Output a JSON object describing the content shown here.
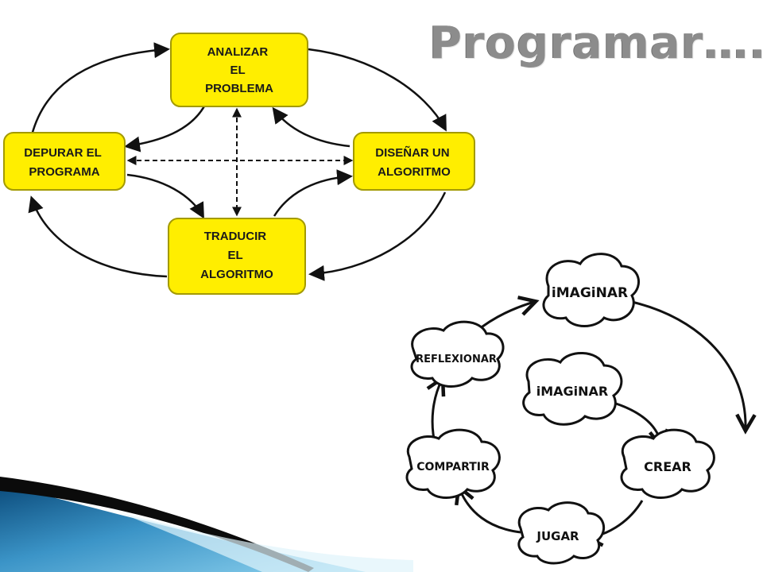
{
  "slide": {
    "title": "Programar….."
  },
  "diagram_top": {
    "nodes": {
      "analizar": [
        "ANALIZAR",
        "EL",
        "PROBLEMA"
      ],
      "disenar": [
        "DISEÑAR UN",
        "ALGORITMO"
      ],
      "traducir": [
        "TRADUCIR",
        "EL",
        "ALGORITMO"
      ],
      "depurar": [
        "DEPURAR EL",
        "PROGRAMA"
      ]
    },
    "colors": {
      "box_fill": "#ffee00",
      "box_stroke": "#a39a00",
      "arrow": "#111111"
    }
  },
  "diagram_bottom": {
    "nodes": {
      "imaginar_outer": "iMAGiNAR",
      "imaginar_inner": "iMAGiNAR",
      "crear": "CREAR",
      "jugar": "JUGAR",
      "compartir": "COMPARTIR",
      "reflexionar": "REFLEXIONAR"
    }
  },
  "decoration": {
    "colors": {
      "blue_dark": "#0a4a7a",
      "blue_light": "#6fc0e6",
      "black": "#0b0b0b"
    }
  }
}
